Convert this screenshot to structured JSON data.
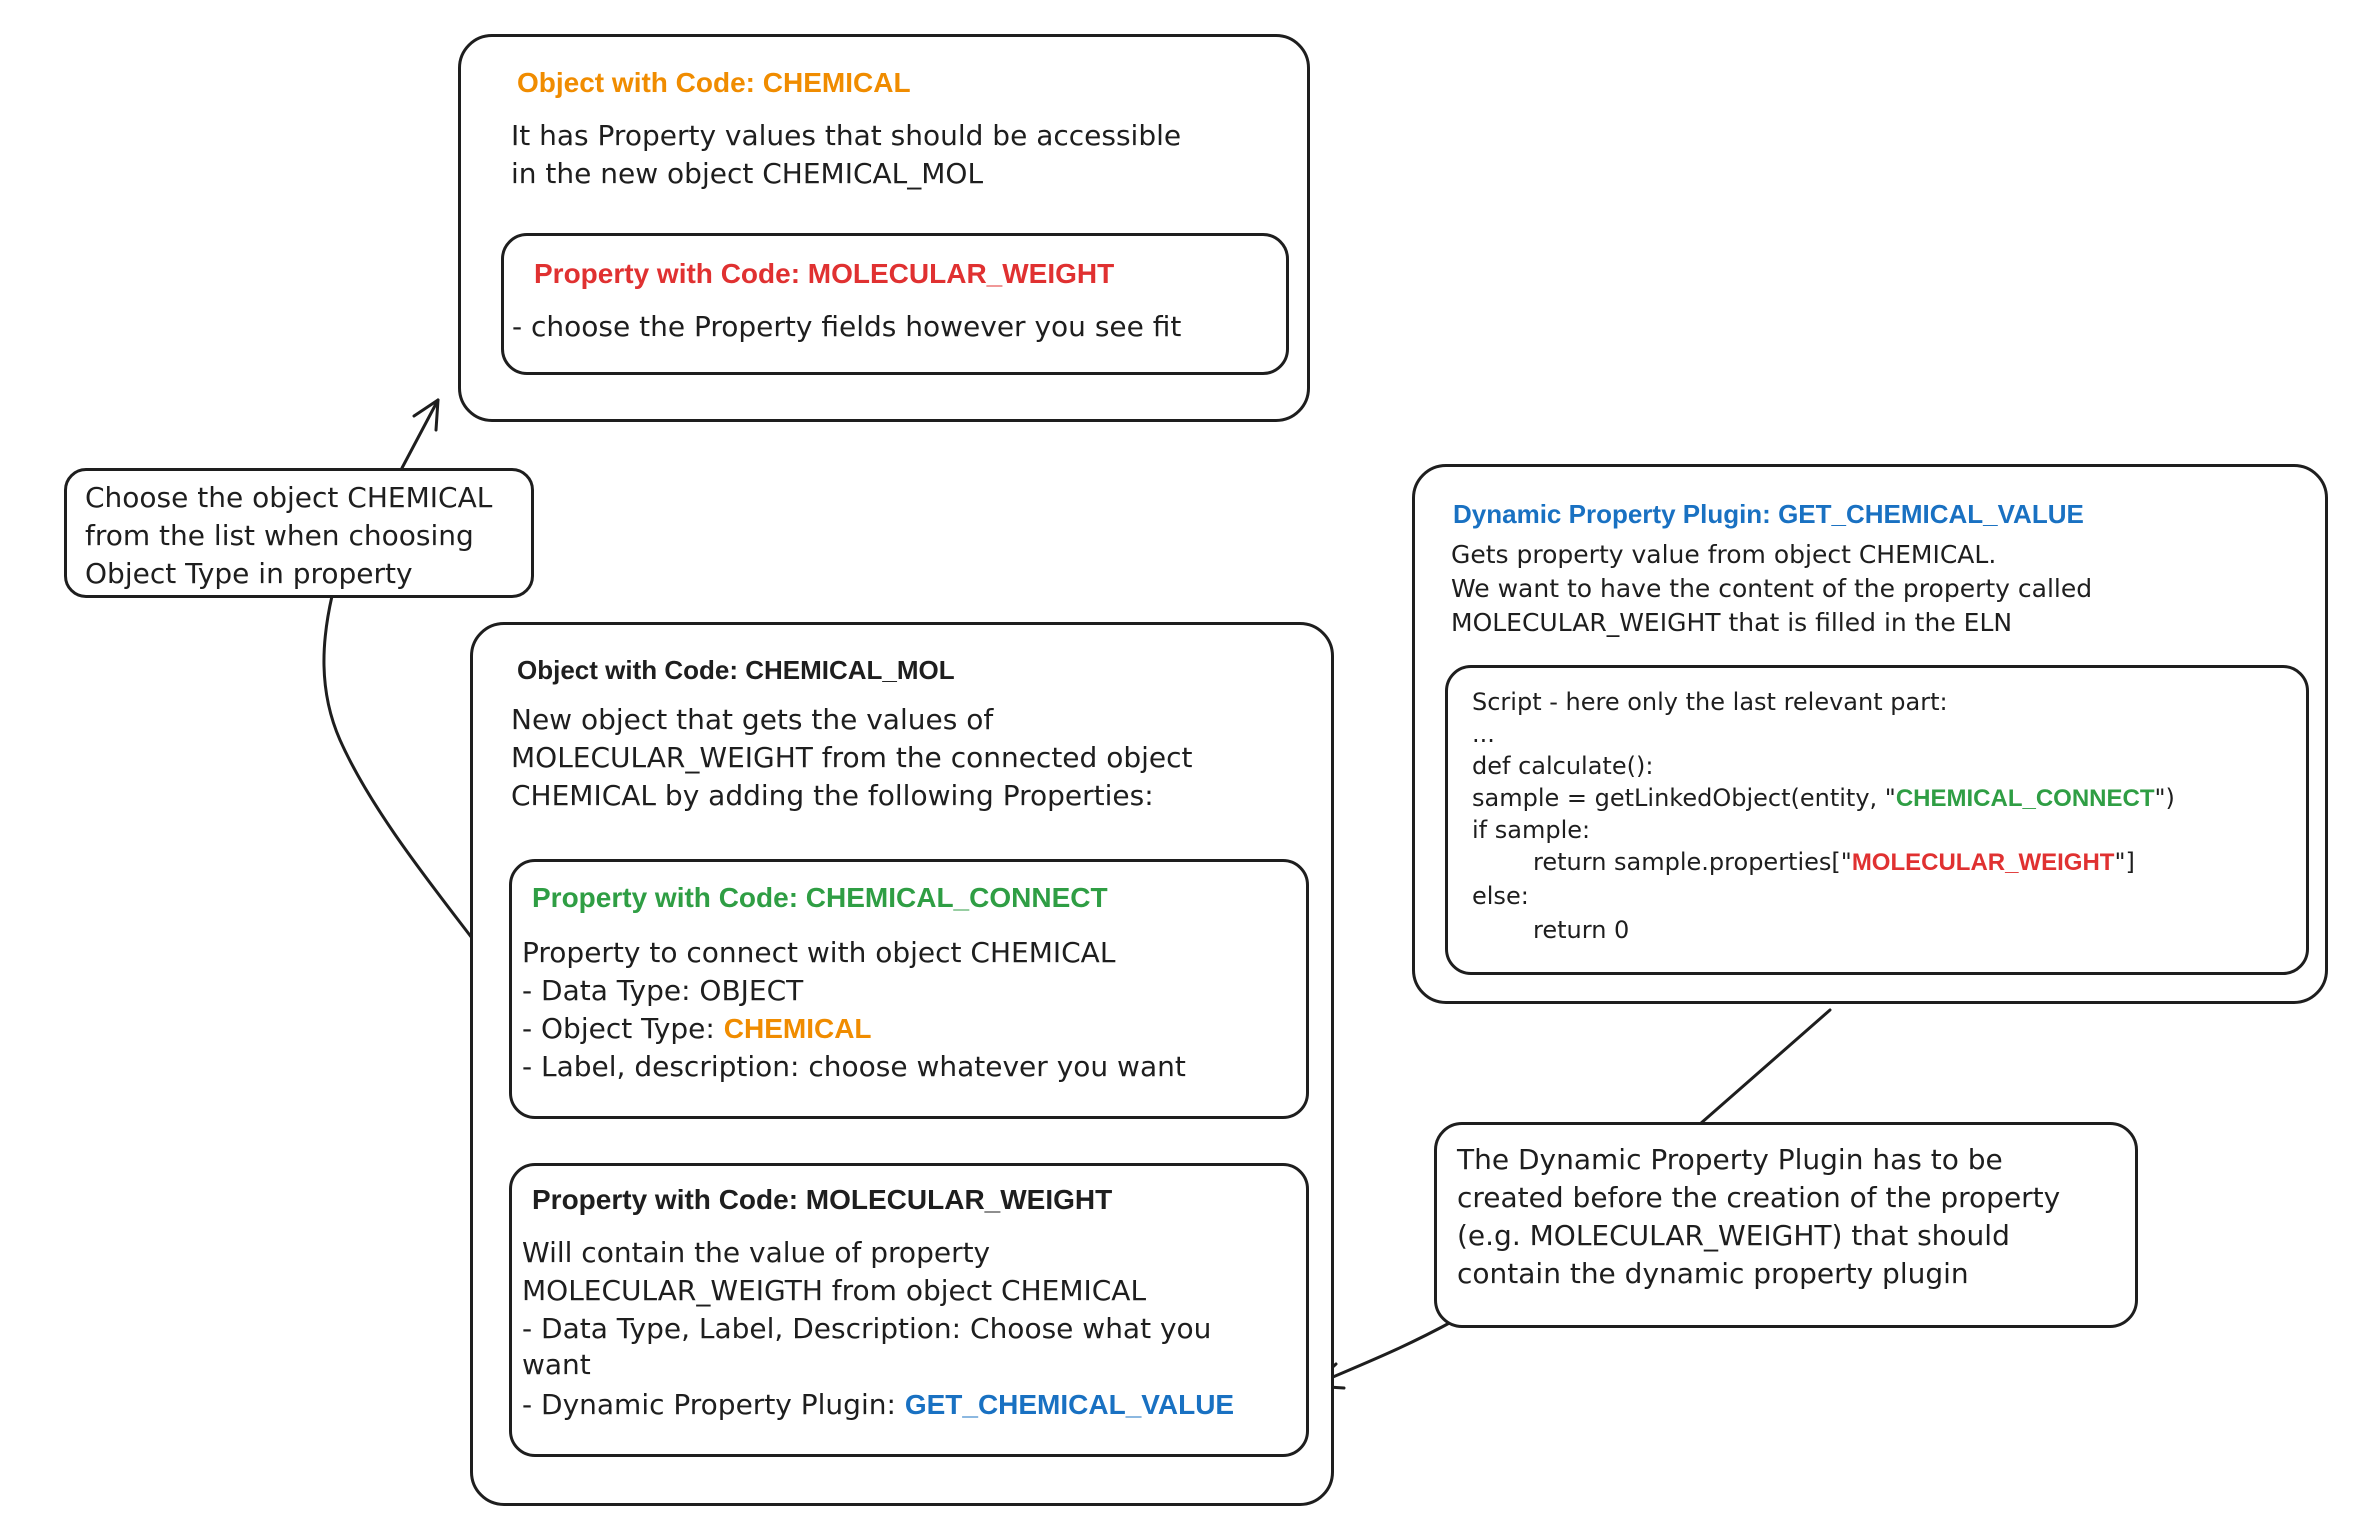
{
  "colors": {
    "stroke": "#1e1e1e",
    "orange": "#f08c00",
    "red": "#e03131",
    "green": "#2f9e44",
    "blue": "#1971c2"
  },
  "chemical_box": {
    "title": "Object with Code: CHEMICAL",
    "description": [
      "It has Property values that should be accessible",
      "in the new object CHEMICAL_MOL"
    ],
    "property": {
      "title": "Property with Code: MOLECULAR_WEIGHT",
      "text": "- choose the Property fields however you see fit"
    }
  },
  "choose_note": {
    "lines": [
      "Choose the object CHEMICAL",
      "from the list when choosing",
      "Object Type in property"
    ]
  },
  "chemical_mol_box": {
    "title": "Object with Code: CHEMICAL_MOL",
    "description": [
      "New object that gets the values of",
      "MOLECULAR_WEIGHT from the connected object",
      "CHEMICAL by adding the following Properties:"
    ],
    "connect_property": {
      "title": "Property with Code: CHEMICAL_CONNECT",
      "line1": "Property to connect with object CHEMICAL",
      "line2": "- Data Type: OBJECT",
      "line3_prefix": "- Object Type: ",
      "line3_value": "CHEMICAL",
      "line4": "- Label, description: choose whatever you want"
    },
    "weight_property": {
      "title": "Property with Code: MOLECULAR_WEIGHT",
      "lines": [
        "Will contain the value of property",
        "MOLECULAR_WEIGTH from object CHEMICAL",
        "- Data Type, Label, Description: Choose what you",
        "want"
      ],
      "plugin_prefix": "- Dynamic Property Plugin: ",
      "plugin_value": "GET_CHEMICAL_VALUE"
    }
  },
  "plugin_box": {
    "title": "Dynamic Property Plugin: GET_CHEMICAL_VALUE",
    "description": [
      "Gets property value from object CHEMICAL.",
      "We want to have the content of the property called",
      "MOLECULAR_WEIGHT that is filled in the ELN"
    ],
    "script": {
      "line1": "Script - here only the last relevant part:",
      "line2": "...",
      "line3": "def calculate():",
      "line4_prefix": "sample = getLinkedObject(entity, \"",
      "line4_value": "CHEMICAL_CONNECT",
      "line4_suffix": "\")",
      "line5": "if sample:",
      "line6_prefix": "        return sample.properties[\"",
      "line6_value": "MOLECULAR_WEIGHT",
      "line6_suffix": "\"]",
      "line7": "else:",
      "line8": "        return 0"
    }
  },
  "order_note": {
    "lines": [
      "The Dynamic Property Plugin has to be",
      "created before the creation of the property",
      "(e.g. MOLECULAR_WEIGHT) that should",
      "contain the dynamic property plugin"
    ]
  }
}
